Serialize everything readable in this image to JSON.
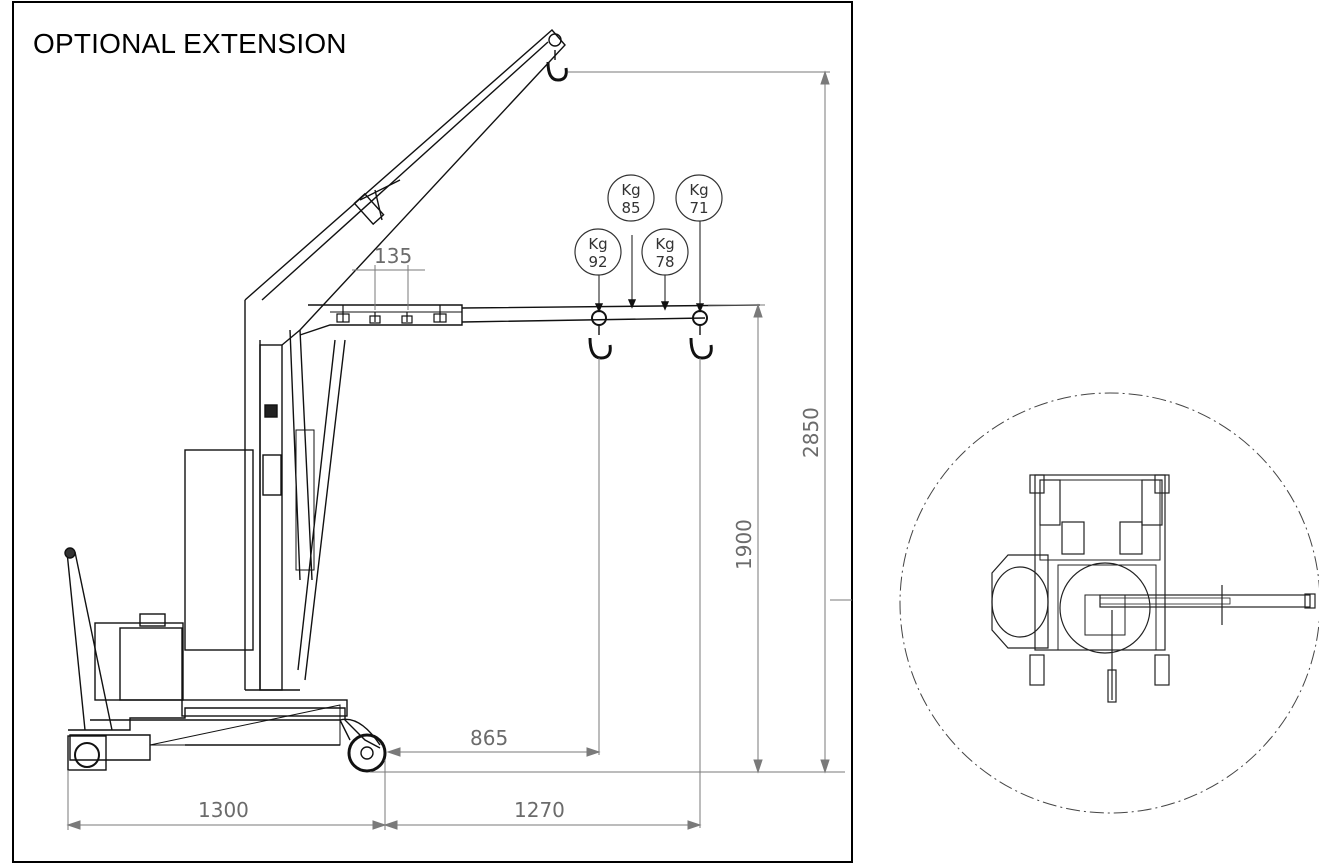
{
  "title": "OPTIONAL EXTENSION",
  "dimensions": {
    "spacing": "135",
    "reach_inner": "865",
    "base_length": "1300",
    "reach_outer": "1270",
    "height_beam": "1900",
    "height_max": "2850"
  },
  "loads": [
    {
      "unit": "Kg",
      "value": "92"
    },
    {
      "unit": "Kg",
      "value": "85"
    },
    {
      "unit": "Kg",
      "value": "78"
    },
    {
      "unit": "Kg",
      "value": "71"
    }
  ],
  "colors": {
    "line": "#000000",
    "dimension": "#7a7a7a",
    "frame": "#000000"
  }
}
